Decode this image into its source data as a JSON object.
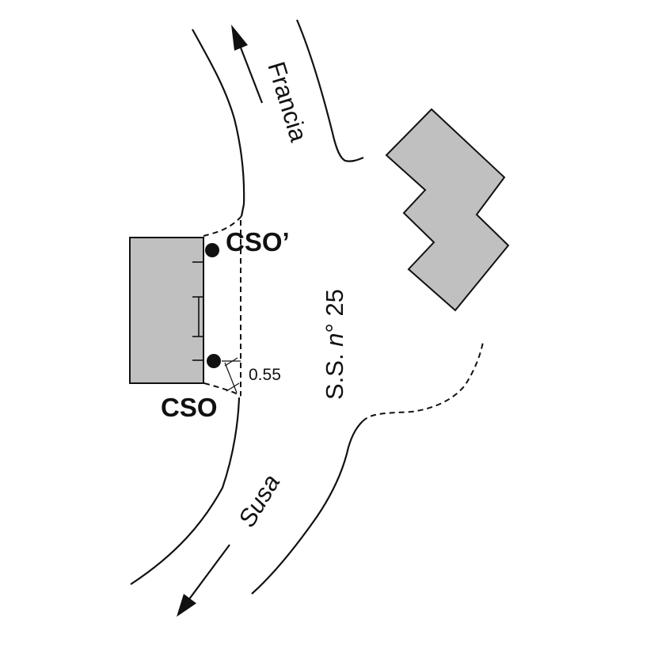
{
  "labels": {
    "road_north": "Francia",
    "road_south": "Susa",
    "road_main_prefix": "S.S. ",
    "road_main_n": "n",
    "road_main_suffix": "° 25",
    "point_upper": "CSO’",
    "point_lower": "CSO",
    "dimension": "0.55"
  },
  "colors": {
    "building_fill": "#c0c0c0",
    "line": "#111111"
  }
}
